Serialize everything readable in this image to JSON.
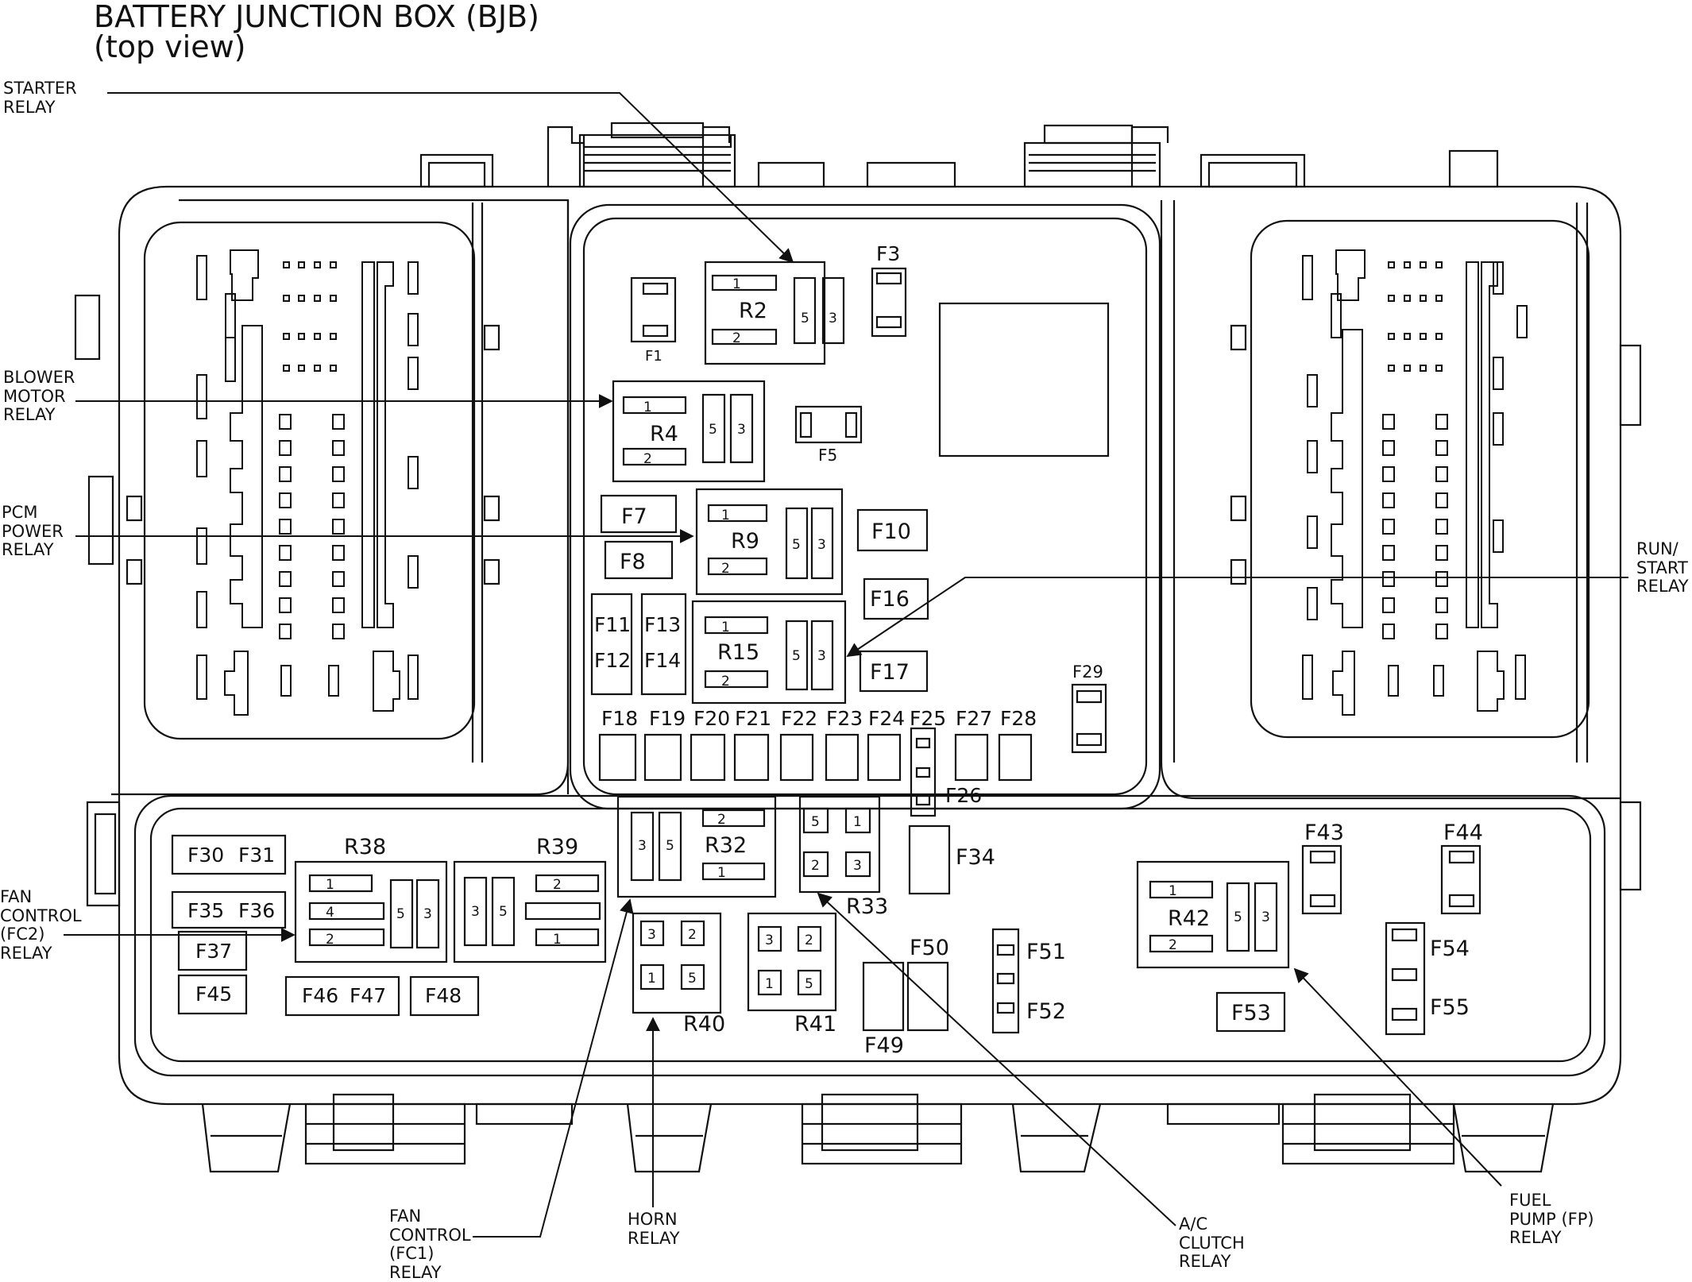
{
  "title": {
    "line1": "BATTERY JUNCTION BOX (BJB)",
    "line2": "(top view)"
  },
  "callouts": {
    "starter": [
      "STARTER",
      "RELAY"
    ],
    "blower": [
      "BLOWER",
      "MOTOR",
      "RELAY"
    ],
    "pcm": [
      "PCM",
      "POWER",
      "RELAY"
    ],
    "fc2": [
      "FAN",
      "CONTROL",
      "(FC2)",
      "RELAY"
    ],
    "runstart": [
      "RUN/",
      "START",
      "RELAY"
    ],
    "fc1": [
      "FAN",
      "CONTROL",
      "(FC1)",
      "RELAY"
    ],
    "horn": [
      "HORN",
      "RELAY"
    ],
    "ac": [
      "A/C",
      "CLUTCH",
      "RELAY"
    ],
    "fp": [
      "FUEL",
      "PUMP (FP)",
      "RELAY"
    ]
  },
  "fuses": {
    "F1": "F1",
    "F3": "F3",
    "F5": "F5",
    "F7": "F7",
    "F8": "F8",
    "F10": "F10",
    "F11": "F11",
    "F12": "F12",
    "F13": "F13",
    "F14": "F14",
    "F16": "F16",
    "F17": "F17",
    "F18": "F18",
    "F19": "F19",
    "F20": "F20",
    "F21": "F21",
    "F22": "F22",
    "F23": "F23",
    "F24": "F24",
    "F25": "F25",
    "F26": "F26",
    "F27": "F27",
    "F28": "F28",
    "F29": "F29",
    "F30": "F30",
    "F31": "F31",
    "F34": "F34",
    "F35": "F35",
    "F36": "F36",
    "F37": "F37",
    "F43": "F43",
    "F44": "F44",
    "F45": "F45",
    "F46": "F46",
    "F47": "F47",
    "F48": "F48",
    "F49": "F49",
    "F50": "F50",
    "F51": "F51",
    "F52": "F52",
    "F53": "F53",
    "F54": "F54",
    "F55": "F55"
  },
  "relays": {
    "R2": "R2",
    "R4": "R4",
    "R9": "R9",
    "R15": "R15",
    "R32": "R32",
    "R33": "R33",
    "R38": "R38",
    "R39": "R39",
    "R40": "R40",
    "R41": "R41",
    "R42": "R42"
  },
  "pins": {
    "p1": "1",
    "p2": "2",
    "p3": "3",
    "p4": "4",
    "p5": "5"
  }
}
